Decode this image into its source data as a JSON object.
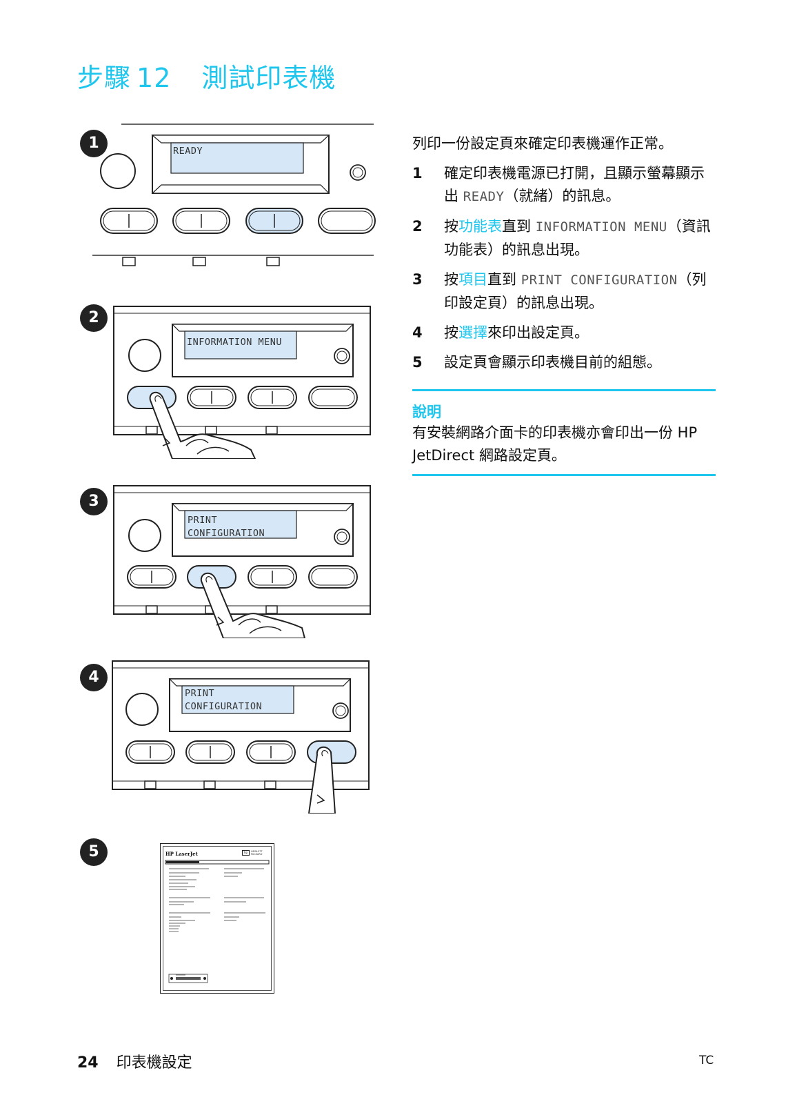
{
  "page": {
    "title_prefix": "步驟",
    "title_number": "12",
    "title_text": "測試印表機"
  },
  "figures": {
    "step_badges": [
      "1",
      "2",
      "3",
      "4",
      "5"
    ],
    "lcd": {
      "panel1": "READY",
      "panel2": "INFORMATION MENU",
      "panel3_line1": "PRINT",
      "panel3_line2": "CONFIGURATION",
      "panel4_line1": "PRINT",
      "panel4_line2": "CONFIGURATION"
    },
    "config_page": {
      "header_brand": "HP LaserJet",
      "header_logo_text": "HEWLETT PACKARD"
    }
  },
  "content": {
    "intro": "列印一份設定頁來確定印表機運作正常。",
    "steps": [
      {
        "num": "1",
        "pre": "確定印表機電源已打開，且顯示螢幕顯示出 ",
        "code": "READY",
        "post": "（就緒）的訊息。"
      },
      {
        "num": "2",
        "pre": "按",
        "key": "功能表",
        "mid": "直到 ",
        "code": "INFORMATION MENU",
        "post": "（資訊功能表）的訊息出現。"
      },
      {
        "num": "3",
        "pre": "按",
        "key": "項目",
        "mid": "直到 ",
        "code": "PRINT CONFIGURATION",
        "post": "（列印設定頁）的訊息出現。"
      },
      {
        "num": "4",
        "pre": "按",
        "key": "選擇",
        "post": "來印出設定頁。"
      },
      {
        "num": "5",
        "text": "設定頁會顯示印表機目前的組態。"
      }
    ],
    "note_heading": "說明",
    "note_body": "有安裝網路介面卡的印表機亦會印出一份 HP JetDirect 網路設定頁。"
  },
  "footer": {
    "page_number": "24",
    "section": "印表機設定",
    "language": "TC"
  },
  "colors": {
    "accent": "#1ec6ee",
    "lcd_fill": "#d6e8f7",
    "button_highlight": "#d6e8f7"
  }
}
